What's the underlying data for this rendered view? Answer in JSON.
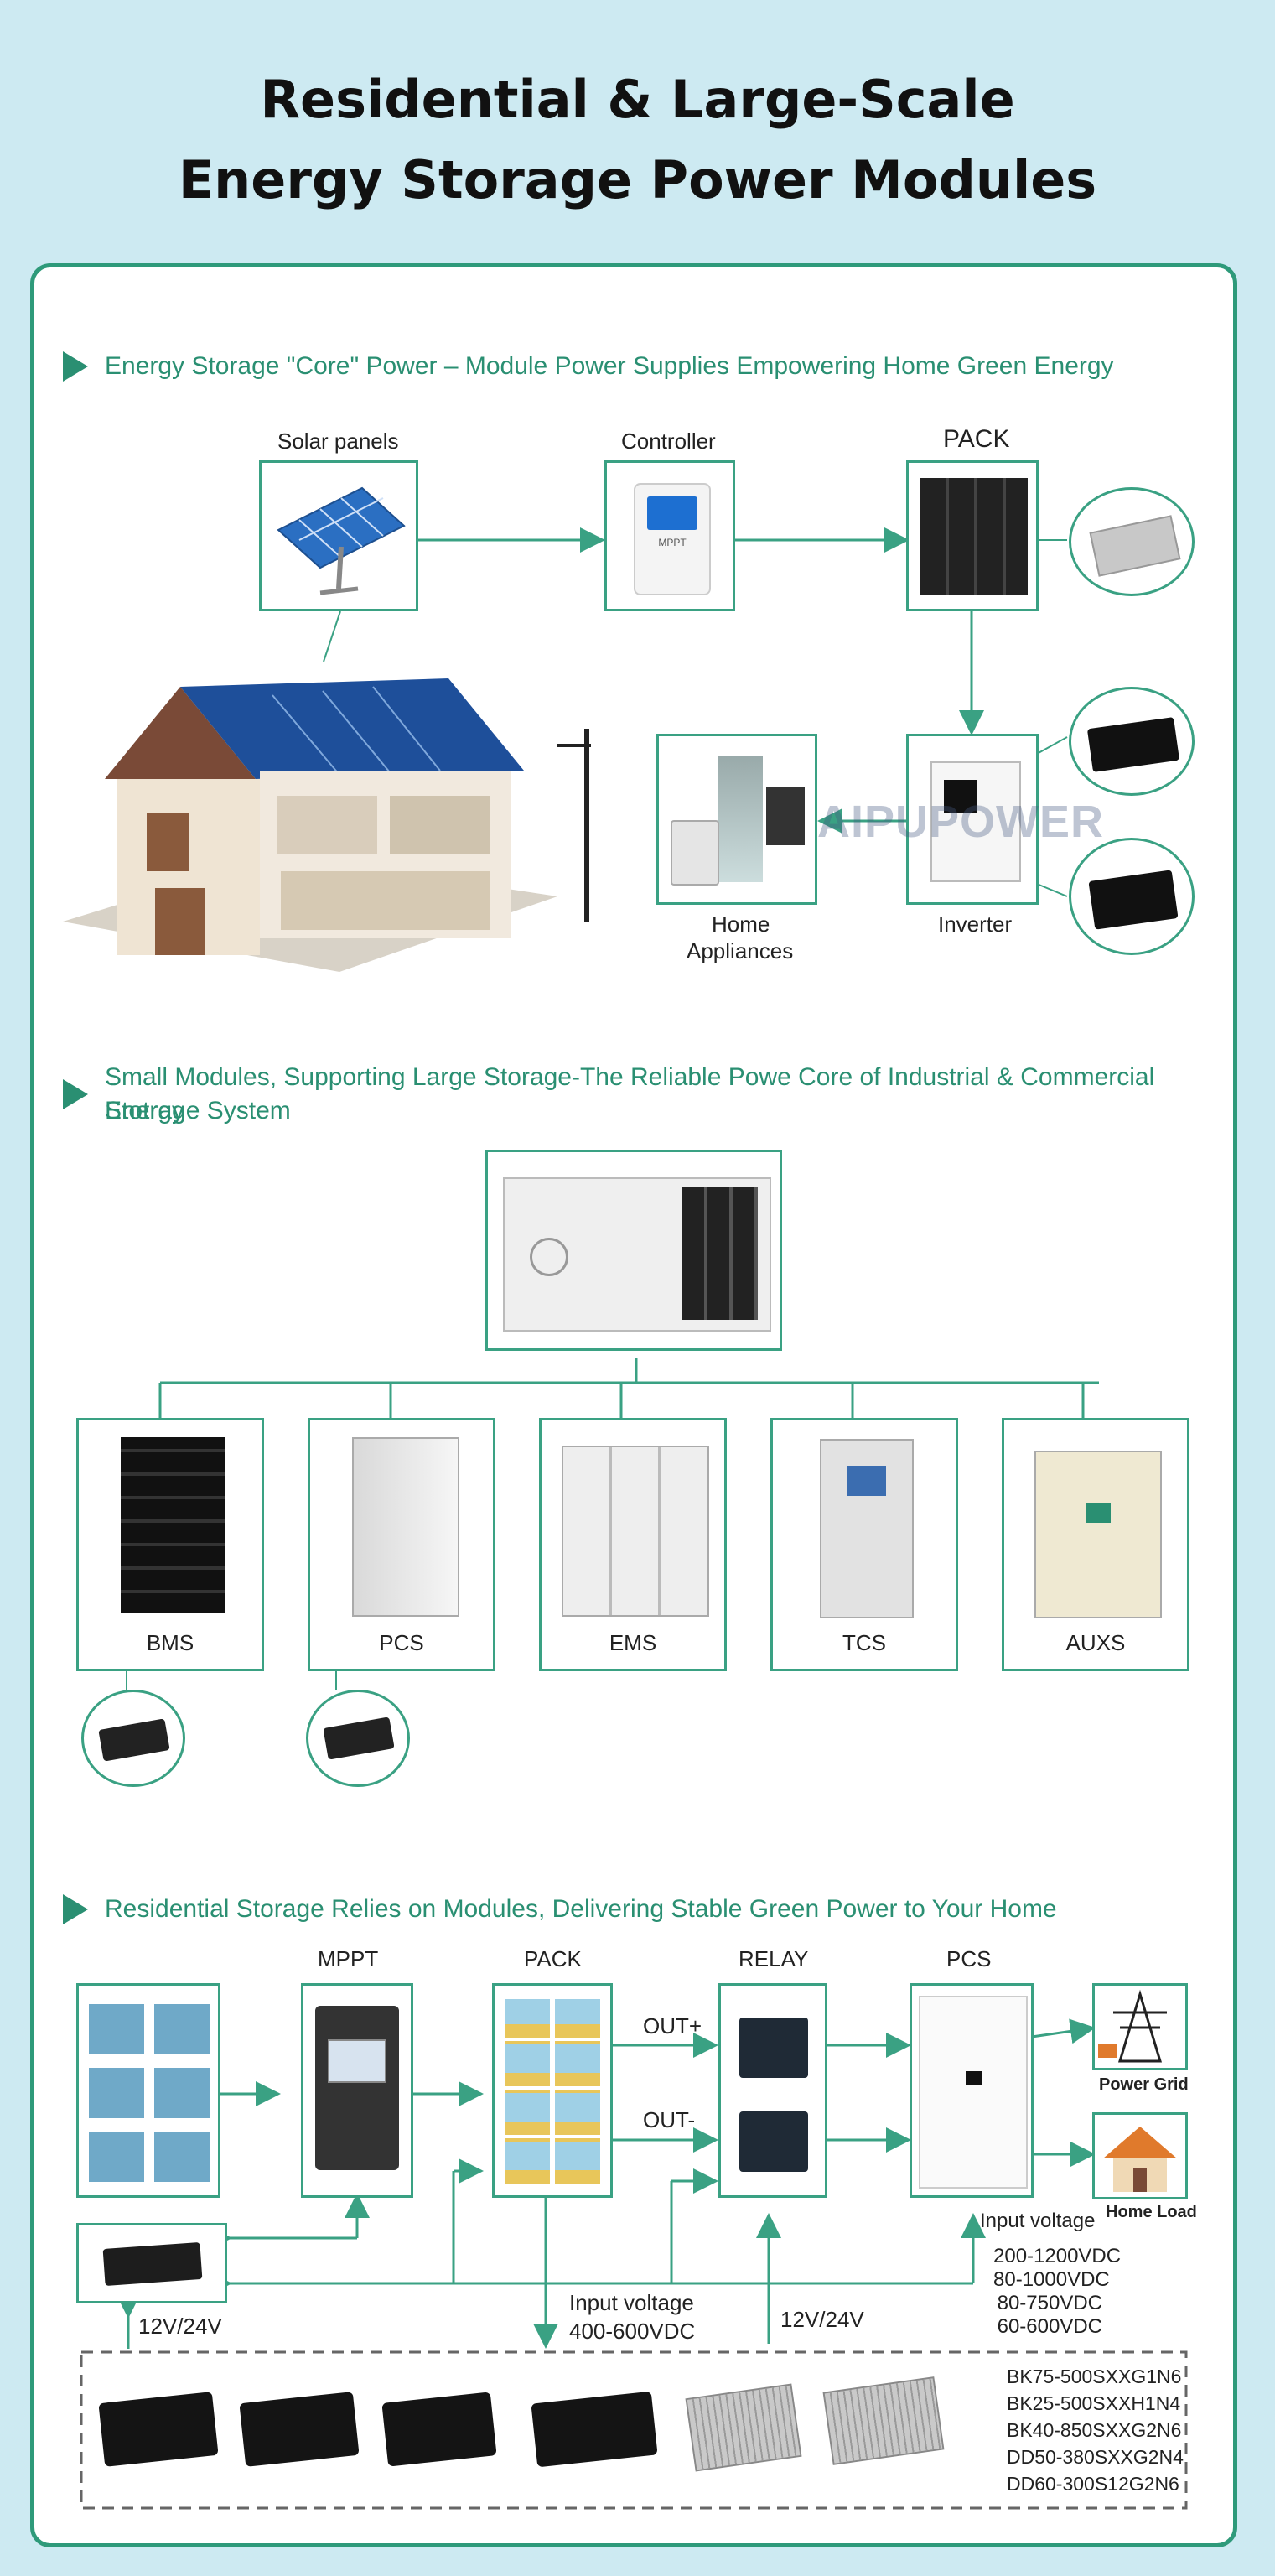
{
  "title": {
    "line1": "Residential & Large-Scale",
    "line2": "Energy Storage Power Modules"
  },
  "watermark": "AIPUPOWER",
  "section1": {
    "heading": "Energy Storage \"Core\" Power – Module Power Supplies Empowering Home Green Energy",
    "solar_panels": "Solar panels",
    "controller": "Controller",
    "pack": "PACK",
    "home_appliances_1": "Home",
    "home_appliances_2": "Appliances",
    "inverter": "Inverter",
    "controller_badge": "MPPT"
  },
  "section2": {
    "heading_line1": "Small Modules, Supporting Large Storage-The Reliable Powe Core of Industrial & Commercial Energy",
    "heading_line2": "Stotrage System",
    "units": [
      "BMS",
      "PCS",
      "EMS",
      "TCS",
      "AUXS"
    ]
  },
  "section3": {
    "heading": "Residential Storage Relies on Modules, Delivering Stable Green Power to Your Home",
    "mppt": "MPPT",
    "pack": "PACK",
    "relay": "RELAY",
    "pcs": "PCS",
    "out_plus": "OUT+",
    "out_minus": "OUT-",
    "power_grid": "Power Grid",
    "home_load": "Home Load",
    "input_voltage_pcs": "Input voltage",
    "pcs_voltages": [
      "200-1200VDC",
      "80-1000VDC",
      "80-750VDC",
      "60-600VDC"
    ],
    "input_voltage_pack": "Input voltage",
    "pack_voltage": "400-600VDC",
    "v12_24_left": "12V/24V",
    "v12_24_relay": "12V/24V",
    "models": [
      "BK75-500SXXG1N6",
      "BK25-500SXXH1N4",
      "BK40-850SXXG2N6",
      "DD50-380SXXG2N4",
      "DD60-300S12G2N6"
    ]
  },
  "colors": {
    "accent": "#2e9a7a",
    "background": "#cdeaf2"
  }
}
